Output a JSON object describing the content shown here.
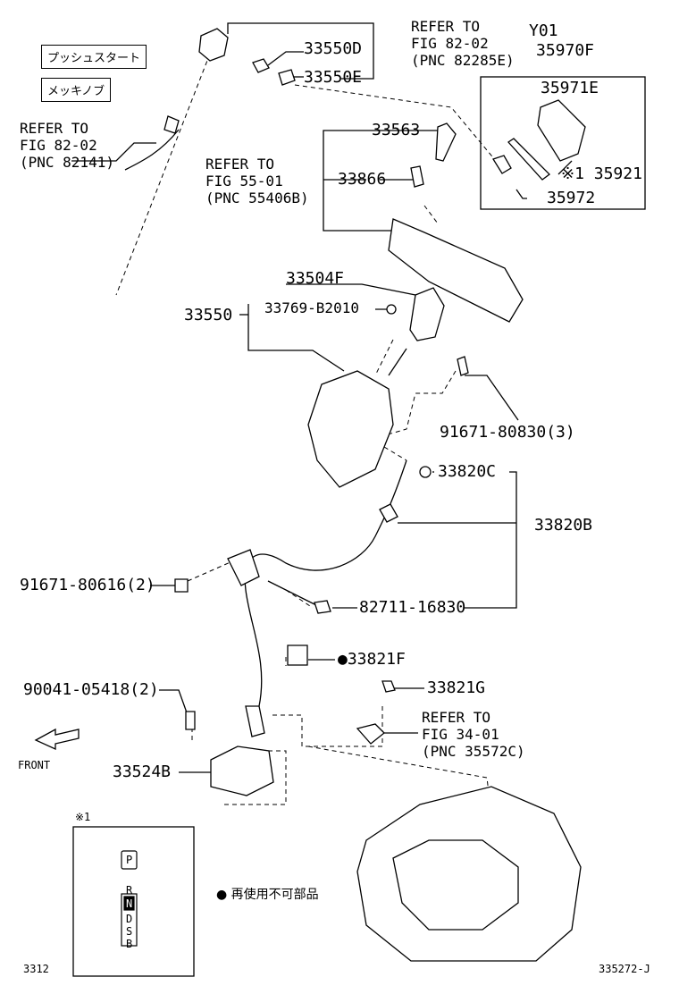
{
  "labels": {
    "push_start": "プッシュスタート",
    "plated_knob": "メッキノブ",
    "ref_82141": "REFER TO\nFIG 82-02\n(PNC 82141)",
    "ref_82285e": "REFER TO\nFIG 82-02\n(PNC 82285E)",
    "ref_55406b": "REFER TO\nFIG 55-01\n(PNC 55406B)",
    "ref_35572c": "REFER TO\nFIG 34-01\n(PNC 35572C)",
    "variant_code": "Y01",
    "front": "FRONT",
    "note_marker": "※1",
    "legend_not_reusable": "● 再使用不可部品",
    "fig_left_code": "3312",
    "fig_right_code": "335272-J"
  },
  "parts": {
    "p33550D": "33550D",
    "p33550E": "33550E",
    "p35970F": "35970F",
    "p35971E": "35971E",
    "p35921": "※1 35921",
    "p35972": "35972",
    "p33563": "33563",
    "p33866": "33866",
    "p33504F": "33504F",
    "p33550": "33550",
    "p33769": "33769-B2010",
    "p91671_80830": "91671-80830(3)",
    "p33820C": "33820C",
    "p33820B": "33820B",
    "p91671_80616": "91671-80616(2)",
    "p82711": "82711-16830",
    "p33821F": "●33821F",
    "p90041": "90041-05418(2)",
    "p33821G": "33821G",
    "p33524B": "33524B"
  },
  "shift_gate": [
    "P",
    "R",
    "N",
    "D",
    "S",
    "B"
  ]
}
